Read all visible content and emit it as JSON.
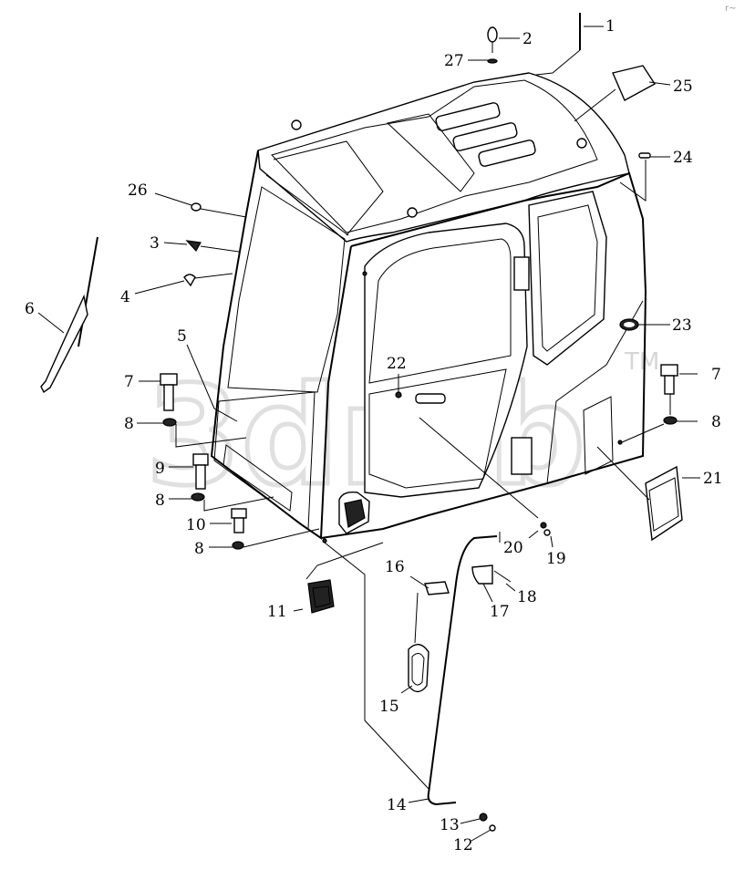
{
  "watermark": {
    "text": "3drcb",
    "mark": "TM"
  },
  "corner_mark": "r~",
  "callouts": [
    {
      "id": "1",
      "text": "1"
    },
    {
      "id": "2",
      "text": "2"
    },
    {
      "id": "3",
      "text": "3"
    },
    {
      "id": "4",
      "text": "4"
    },
    {
      "id": "5",
      "text": "5"
    },
    {
      "id": "6",
      "text": "6"
    },
    {
      "id": "7a",
      "text": "7"
    },
    {
      "id": "7b",
      "text": "7"
    },
    {
      "id": "8a",
      "text": "8"
    },
    {
      "id": "8b",
      "text": "8"
    },
    {
      "id": "8c",
      "text": "8"
    },
    {
      "id": "8d",
      "text": "8"
    },
    {
      "id": "9",
      "text": "9"
    },
    {
      "id": "10",
      "text": "10"
    },
    {
      "id": "11",
      "text": "11"
    },
    {
      "id": "12",
      "text": "12"
    },
    {
      "id": "13",
      "text": "13"
    },
    {
      "id": "14",
      "text": "14"
    },
    {
      "id": "15",
      "text": "15"
    },
    {
      "id": "16",
      "text": "16"
    },
    {
      "id": "17",
      "text": "17"
    },
    {
      "id": "18",
      "text": "18"
    },
    {
      "id": "19",
      "text": "19"
    },
    {
      "id": "20",
      "text": "20"
    },
    {
      "id": "21",
      "text": "21"
    },
    {
      "id": "22",
      "text": "22"
    },
    {
      "id": "23",
      "text": "23"
    },
    {
      "id": "24",
      "text": "24"
    },
    {
      "id": "25",
      "text": "25"
    },
    {
      "id": "26",
      "text": "26"
    },
    {
      "id": "27",
      "text": "27"
    }
  ]
}
